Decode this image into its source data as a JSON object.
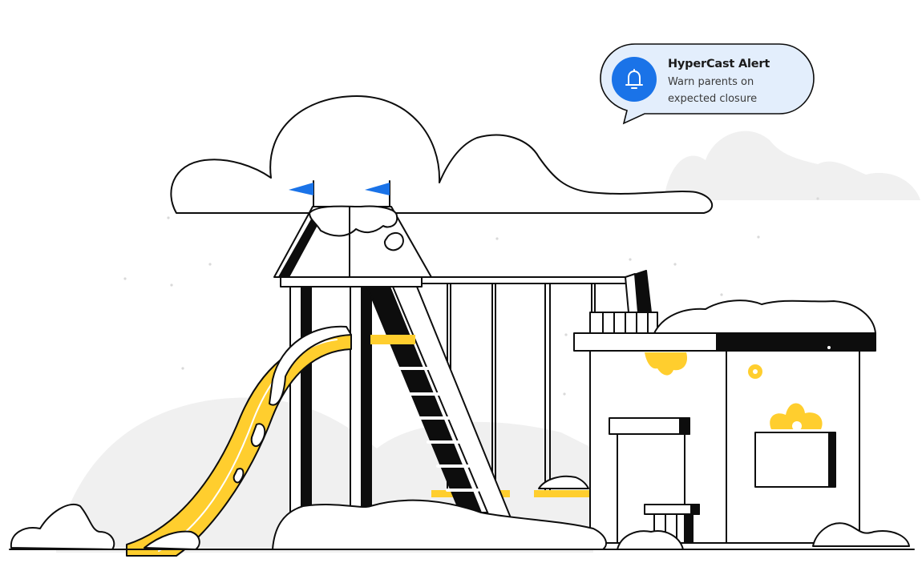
{
  "alert": {
    "title": "HyperCast Alert",
    "message_line1": "Warn parents on",
    "message_line2": "expected closure",
    "icon": "bell-icon"
  },
  "colors": {
    "accent": "#1a73e8",
    "bubble_fill": "#e3eefc",
    "slide": "#ffce2e",
    "ink": "#0d0d0d",
    "ground_gray": "#f0f0f0"
  }
}
